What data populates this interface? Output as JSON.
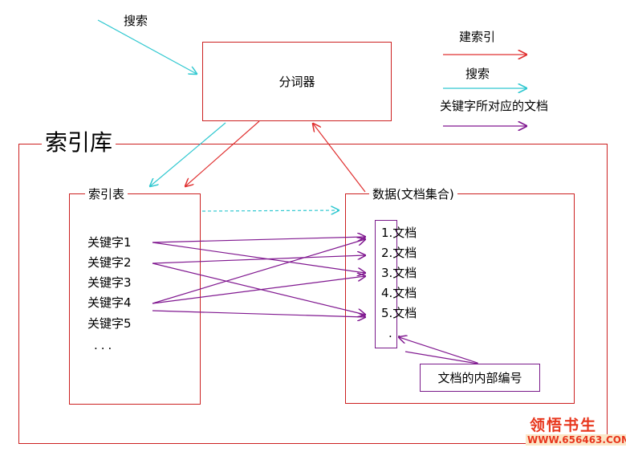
{
  "legend": {
    "index_build": "建索引",
    "search": "搜索",
    "keyword_docs": "关键字所对应的文档",
    "colors": {
      "index_build": "#e03030",
      "search": "#30c8d0",
      "keyword_docs": "#801890"
    }
  },
  "search_input_label": "搜索",
  "tokenizer": {
    "label": "分词器"
  },
  "index_library": {
    "title": "索引库"
  },
  "index_table": {
    "title": "索引表",
    "keywords": [
      "关键字1",
      "关键字2",
      "关键字3",
      "关键字4",
      "关键字5"
    ],
    "ellipsis": "..."
  },
  "doc_data": {
    "title": "数据(文档集合)",
    "docs": [
      "1.文档",
      "2.文档",
      "3.文档",
      "4.文档",
      "5.文档"
    ],
    "ellipsis": ".."
  },
  "doc_internal_id": {
    "label": "文档的内部编号"
  },
  "watermark": {
    "brand": "领悟书生",
    "url": "WWW.656463.COM"
  }
}
